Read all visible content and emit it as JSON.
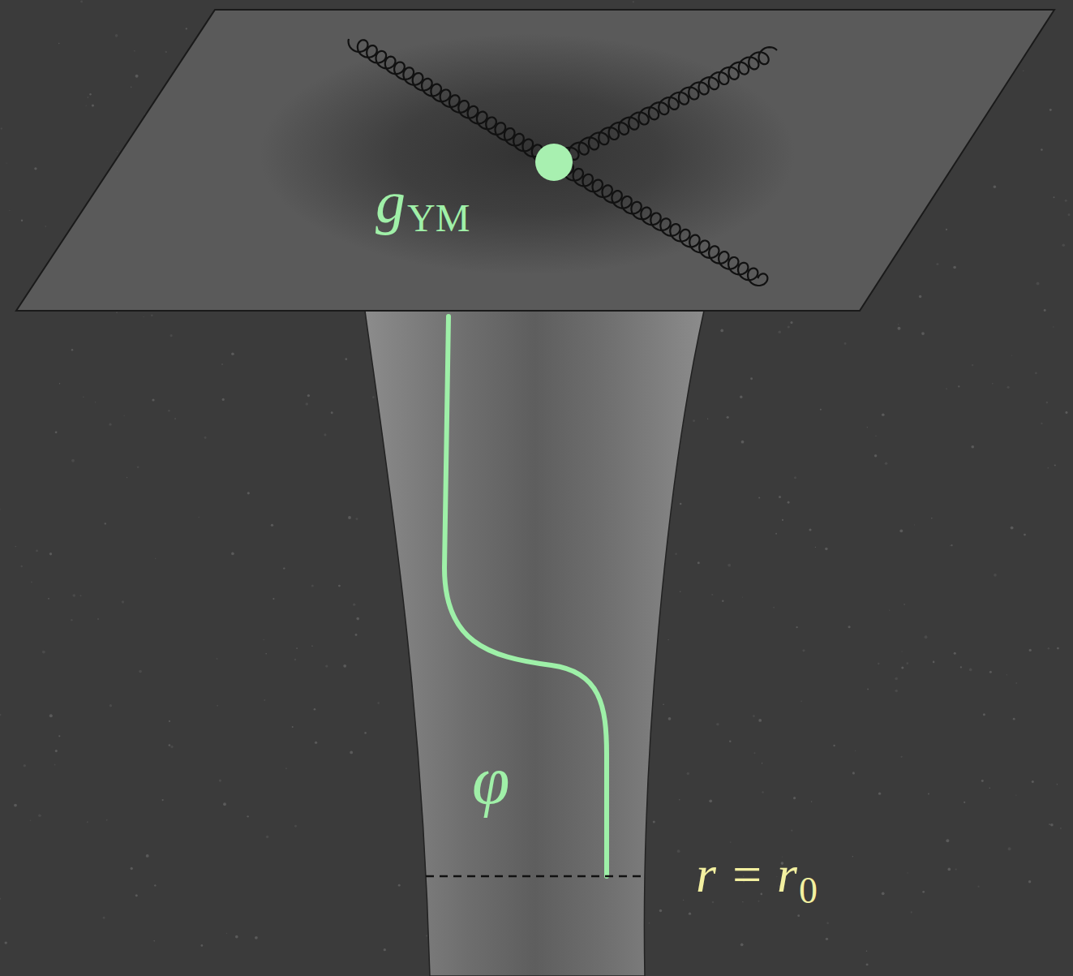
{
  "diagram": {
    "labels": [
      "g",
      "YM",
      "φ",
      "r = r",
      "0"
    ]
  }
}
